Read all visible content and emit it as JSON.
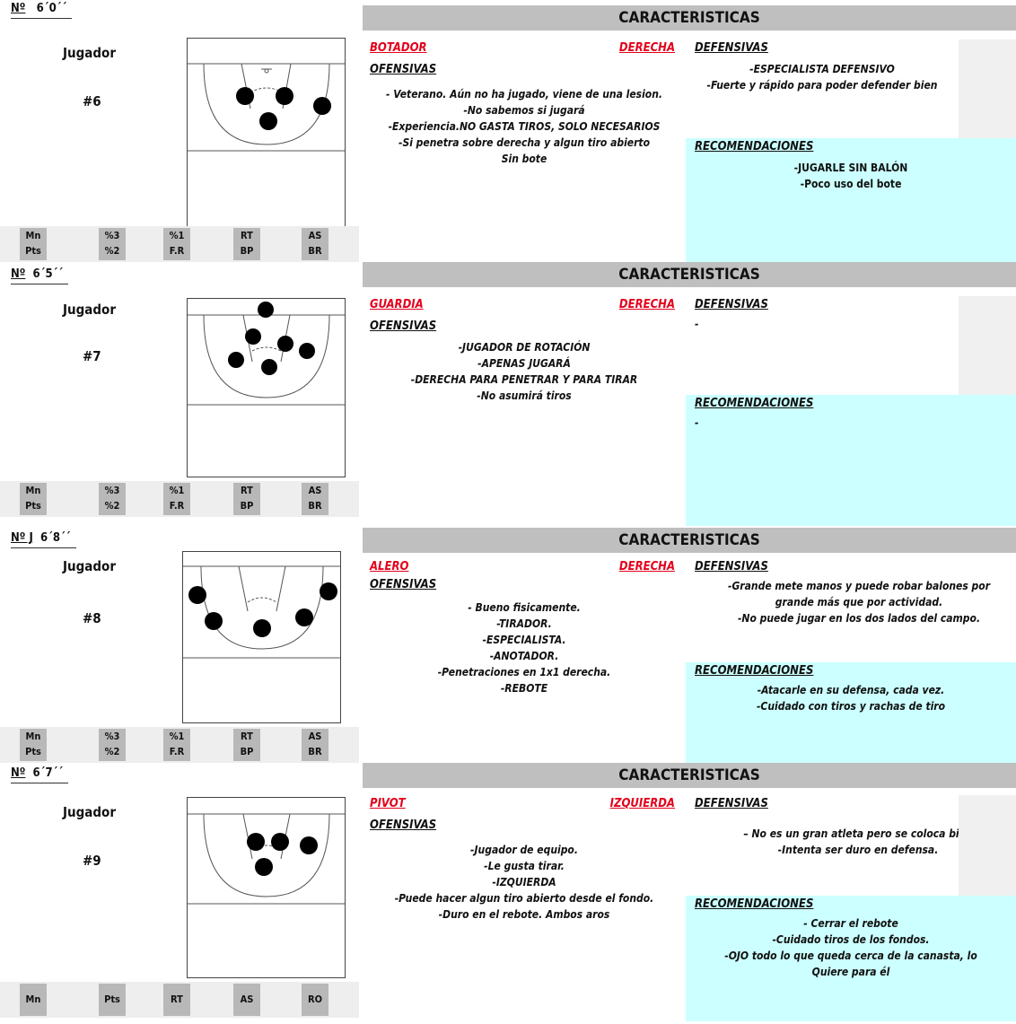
{
  "players": [
    {
      "no_label": "Nº",
      "height": "6´0´´",
      "jugador_label": "Jugador",
      "jersey": "#6",
      "stats": [
        [
          "Mn",
          "Pts"
        ],
        [
          "%3",
          "%2"
        ],
        [
          "%1",
          "F.R"
        ],
        [
          "RT",
          "BP"
        ],
        [
          "AS",
          "BR"
        ]
      ],
      "header": "CARACTERISTICAS",
      "position": "BOTADOR",
      "side": "DERECHA",
      "ofensivas_label": "OFENSIVAS",
      "ofensivas": [
        "- Veterano. Aún no ha jugado,  viene de una lesion.",
        "-No sabemos si jugará",
        "-Experiencia.NO GASTA TIROS, SOLO NECESARIOS",
        "-Si penetra sobre derecha y algun tiro abierto",
        "Sin bote"
      ],
      "defensivas_label": "DEFENSIVAS",
      "defensivas": [
        "-ESPECIALISTA DEFENSIVO",
        "-Fuerte y rápido para poder defender bien"
      ],
      "recomendaciones_label": "RECOMENDACIONES",
      "recomendaciones": [
        "-JUGARLE SIN BALÓN",
        "-Poco uso del bote"
      ]
    },
    {
      "no_label": "Nº",
      "height": "6´5´´",
      "jugador_label": "Jugador",
      "jersey": "#7",
      "stats": [
        [
          "Mn",
          "Pts"
        ],
        [
          "%3",
          "%2"
        ],
        [
          "%1",
          "F.R"
        ],
        [
          "RT",
          "BP"
        ],
        [
          "AS",
          "BR"
        ]
      ],
      "header": "CARACTERISTICAS",
      "position": "GUARDIA",
      "side": "DERECHA",
      "ofensivas_label": "OFENSIVAS",
      "ofensivas": [
        "-JUGADOR DE ROTACIÓN",
        "-APENAS JUGARÁ",
        "-DERECHA PARA PENETRAR Y PARA TIRAR",
        "-No asumirá tiros"
      ],
      "defensivas_label": "DEFENSIVAS",
      "defensivas": [
        "-"
      ],
      "recomendaciones_label": "RECOMENDACIONES",
      "recomendaciones": [
        "-"
      ]
    },
    {
      "no_label": "Nº J",
      "height": "6´8´´",
      "jugador_label": "Jugador",
      "jersey": "#8",
      "stats": [
        [
          "Mn",
          "Pts"
        ],
        [
          "%3",
          "%2"
        ],
        [
          "%1",
          "F.R"
        ],
        [
          "RT",
          "BP"
        ],
        [
          "AS",
          "BR"
        ]
      ],
      "header": "CARACTERISTICAS",
      "position": "ALERO",
      "side": "DERECHA",
      "ofensivas_label": "OFENSIVAS",
      "ofensivas": [
        "- Bueno fisicamente.",
        "-TIRADOR.",
        "-ESPECIALISTA.",
        "-ANOTADOR.",
        "-Penetraciones en 1x1 derecha.",
        "-REBOTE"
      ],
      "defensivas_label": "DEFENSIVAS",
      "defensivas": [
        "-Grande mete manos y puede robar balones por",
        "grande más que por actividad.",
        "-No puede jugar en los dos lados del campo."
      ],
      "recomendaciones_label": "RECOMENDACIONES",
      "recomendaciones": [
        "-Atacarle en su defensa, cada vez.",
        "-Cuidado con tiros y rachas de tiro"
      ]
    },
    {
      "no_label": "Nº",
      "height": "6´7´´",
      "jugador_label": "Jugador",
      "jersey": "#9",
      "stats": [
        [
          "Mn"
        ],
        [
          "Pts"
        ],
        [
          "RT"
        ],
        [
          "AS"
        ],
        [
          "RO"
        ]
      ],
      "header": "CARACTERISTICAS",
      "position": "PIVOT",
      "side": "IZQUIERDA",
      "ofensivas_label": "OFENSIVAS",
      "ofensivas": [
        "-Jugador de equipo.",
        "-Le gusta tirar.",
        "-IZQUIERDA",
        "-Puede hacer algun tiro abierto desde el fondo.",
        "-Duro en el rebote. Ambos aros"
      ],
      "defensivas_label": "DEFENSIVAS",
      "defensivas": [
        "– No es un gran atleta pero se coloca bien",
        "-Intenta ser duro en defensa."
      ],
      "recomendaciones_label": "RECOMENDACIONES",
      "recomendaciones": [
        "-  Cerrar el rebote",
        "-Cuidado tiros de los fondos.",
        "-OJO todo lo que queda cerca de la canasta, lo",
        "Quiere para él"
      ]
    }
  ],
  "colors": {
    "accent_red": "#e3001b",
    "rec_bg": "#ccffff",
    "header_bg": "#bfbfbf",
    "stat_bg": "#b8b8b8"
  }
}
